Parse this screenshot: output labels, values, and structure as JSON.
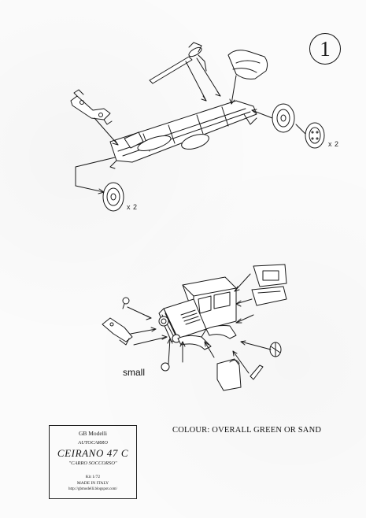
{
  "step": {
    "number": "1"
  },
  "callouts": {
    "wheel_qty_right": "x 2",
    "wheel_qty_left": "x 2",
    "small_part": "small"
  },
  "colour_note": "COLOUR: OVERALL GREEN OR SAND",
  "kit_label": {
    "brand": "GB Modelli",
    "type": "AUTOCARRO",
    "model": "CEIRANO 47 C",
    "subtitle": "\"CARRO SOCCORSO\"",
    "scale": "Kit 1/72",
    "made": "MADE IN ITALY",
    "url": "http://gbmodelli.blogspot.com/"
  },
  "colors": {
    "ink": "#1a1a1a",
    "paper": "#fbfbfb"
  }
}
